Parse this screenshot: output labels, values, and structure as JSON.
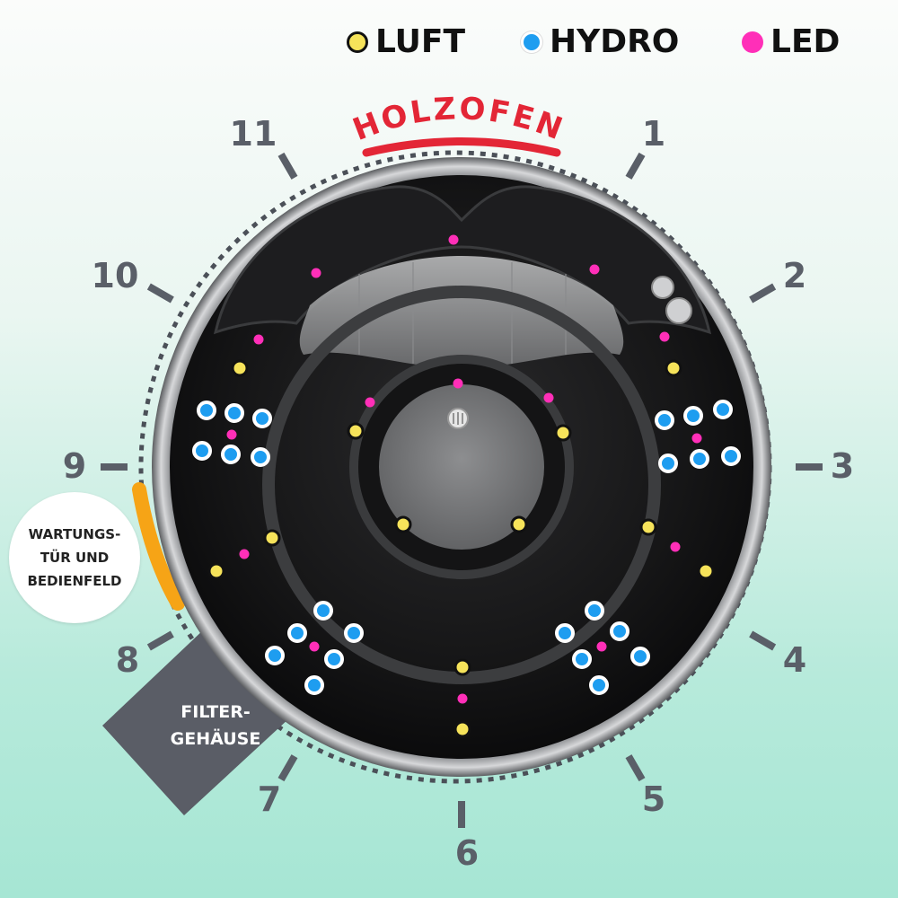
{
  "legend": [
    {
      "label": "LUFT",
      "color": "#f6e35a",
      "ring": "#111111",
      "icon": "yellow-dot-icon"
    },
    {
      "label": "HYDRO",
      "color": "#1e9df0",
      "ring": "#ffffff",
      "icon": "blue-dot-icon"
    },
    {
      "label": "LED",
      "color": "#ff2fb8",
      "ring": "none",
      "icon": "pink-dot-icon"
    }
  ],
  "top_label": "HOLZOFEN",
  "clock_numbers": [
    "1",
    "2",
    "3",
    "4",
    "5",
    "6",
    "7",
    "8",
    "9",
    "10",
    "11"
  ],
  "maintenance_label": {
    "line1": "WARTUNGS-",
    "line2": "TÜR UND",
    "line3": "BEDIENFELD"
  },
  "filter_label": {
    "line1": "FILTER-",
    "line2": "GEHÄUSE"
  },
  "colors": {
    "luft": "#f6e35a",
    "hydro": "#1e9df0",
    "led": "#ff2fb8",
    "holzofen_red": "#e32636",
    "maintenance_orange": "#f6a416",
    "filter_gray": "#5a5d66",
    "number_gray": "#5a5f68"
  }
}
